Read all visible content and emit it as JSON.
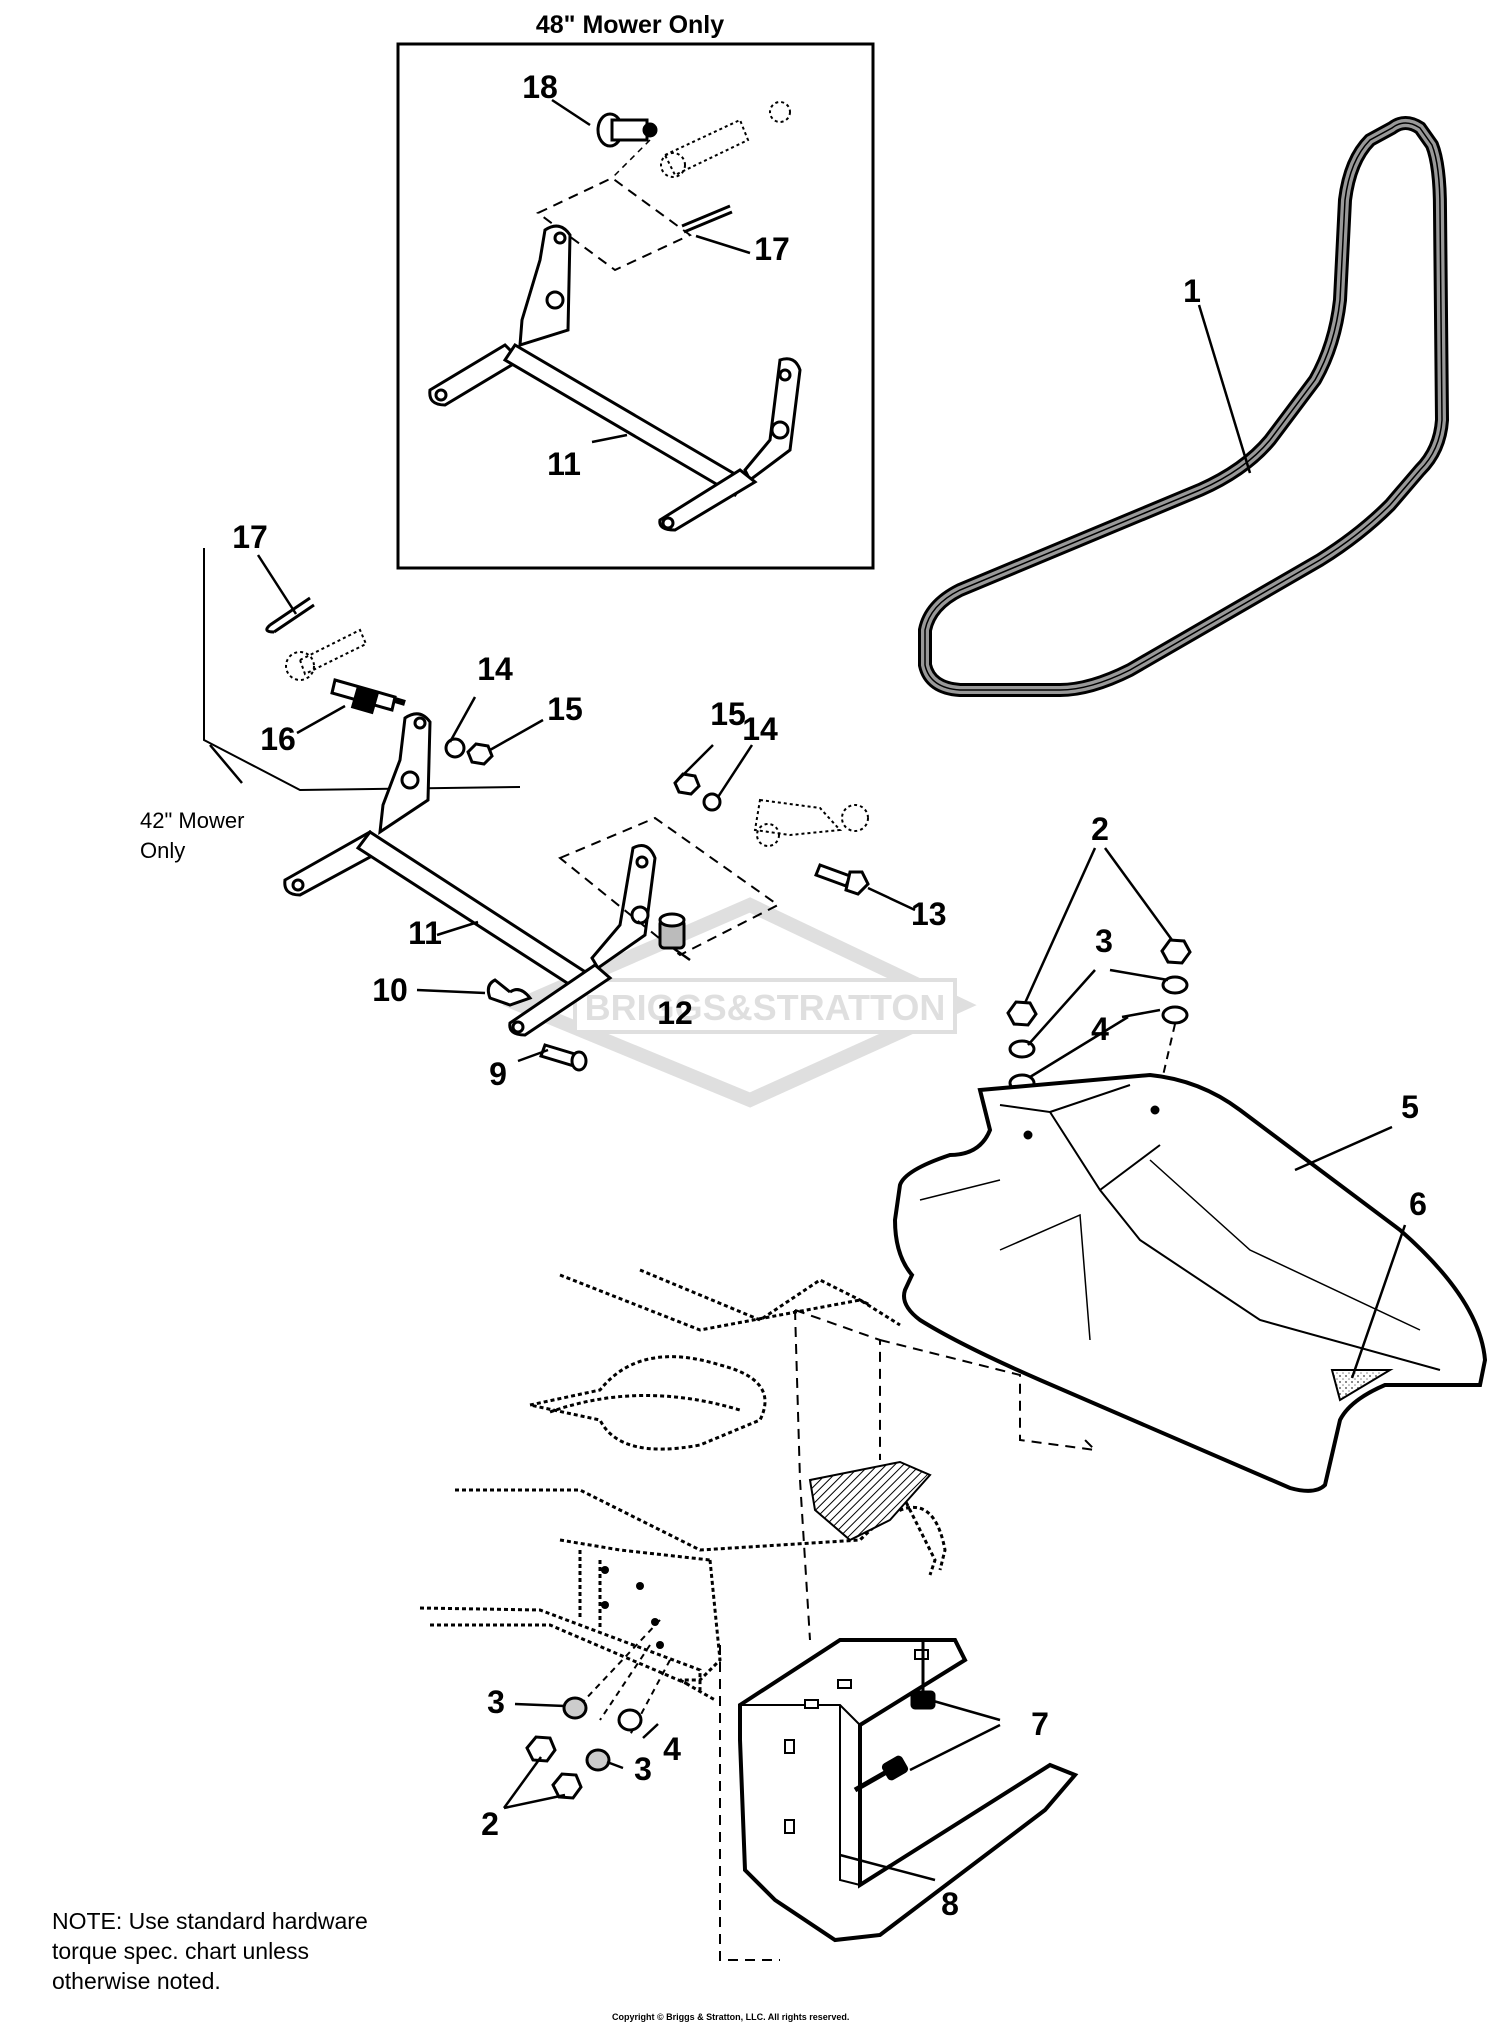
{
  "inset": {
    "title": "48\" Mower Only"
  },
  "variant_label": {
    "line1": "42\" Mower",
    "line2": "Only"
  },
  "watermark": "BRIGGS&STRATTON",
  "callouts": {
    "c1": "1",
    "c2a": "2",
    "c2b": "2",
    "c3a": "3",
    "c3b": "3",
    "c3c": "3",
    "c4a": "4",
    "c4b": "4",
    "c5": "5",
    "c6": "6",
    "c7": "7",
    "c8": "8",
    "c9": "9",
    "c10": "10",
    "c11a": "11",
    "c11b": "11",
    "c12": "12",
    "c13": "13",
    "c14a": "14",
    "c14b": "14",
    "c15a": "15",
    "c15b": "15",
    "c16": "16",
    "c17a": "17",
    "c17b": "17",
    "c18": "18"
  },
  "note": {
    "line1": "NOTE: Use standard hardware",
    "line2": "torque spec. chart unless",
    "line3": "otherwise noted."
  },
  "copyright": "Copyright © Briggs & Stratton, LLC. All rights reserved."
}
